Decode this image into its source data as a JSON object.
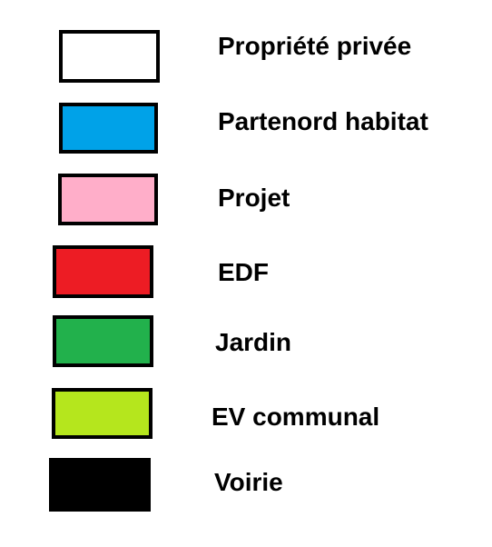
{
  "legend": {
    "items": [
      {
        "label": "Propriété privée",
        "color": "#ffffff"
      },
      {
        "label": "Partenord habitat",
        "color": "#00a2e8"
      },
      {
        "label": "Projet",
        "color": "#ffaec9"
      },
      {
        "label": "EDF",
        "color": "#ed1c24"
      },
      {
        "label": "Jardin",
        "color": "#22b14c"
      },
      {
        "label": "EV communal",
        "color": "#b5e61d"
      },
      {
        "label": "Voirie",
        "color": "#000000"
      }
    ]
  }
}
